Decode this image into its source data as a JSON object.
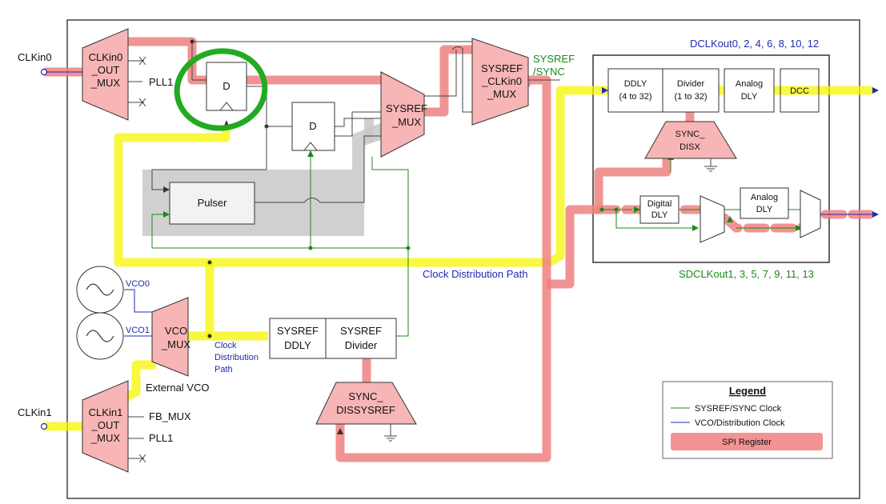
{
  "ports": {
    "clkin0": "CLKin0",
    "clkin1": "CLKin1"
  },
  "muxes": {
    "clkin0_mux": [
      "CLKin0",
      "_OUT",
      "_MUX"
    ],
    "clkin1_mux": [
      "CLKin1",
      "_OUT",
      "_MUX"
    ],
    "sysref_mux": [
      "SYSREF",
      "_MUX"
    ],
    "sysref_clkin0_mux": [
      "SYSREF",
      "_CLKin0",
      "_MUX"
    ],
    "vco_mux": [
      "VCO",
      "_MUX"
    ],
    "sync_disx": [
      "SYNC_",
      "DISX"
    ],
    "sync_dissysref": [
      "SYNC_",
      "DISSYSREF"
    ]
  },
  "outputs": {
    "clkin0_pll1": "PLL1",
    "clkin1_fb_mux": "FB_MUX",
    "clkin1_pll1": "PLL1"
  },
  "blocks": {
    "flipflop1": "D",
    "flipflop2": "D",
    "pulser": "Pulser",
    "ddly": [
      "DDLY",
      "(4 to 32)"
    ],
    "divider": [
      "Divider",
      "(1 to 32)"
    ],
    "analog_dly": [
      "Analog",
      "DLY"
    ],
    "dcc": "DCC",
    "digital_dly": [
      "Digital",
      "DLY"
    ],
    "analog_dly2": [
      "Analog",
      "DLY"
    ],
    "sysref_ddly": [
      "SYSREF",
      "DDLY"
    ],
    "sysref_divider": [
      "SYSREF",
      "Divider"
    ]
  },
  "labels": {
    "sysref_sync": [
      "SYSREF",
      "/SYNC"
    ],
    "dclkout": "DCLKout0, 2, 4, 6, 8, 10, 12",
    "sdclkout": "SDCLKout1, 3, 5, 7, 9, 11, 13",
    "clock_distribution_path": "Clock Distribution Path",
    "clock_distribution_path_small": [
      "Clock",
      "Distribution",
      "Path"
    ],
    "vco0": "VCO0",
    "vco1": "VCO1",
    "external_vco": "External VCO"
  },
  "legend": {
    "title": "Legend",
    "sysref_sync_clock": "SYSREF/SYNC Clock",
    "vco_distribution_clock": "VCO/Distribution Clock",
    "spi_register": "SPI Register"
  },
  "colors": {
    "red_highlight": "#f08080",
    "yellow_highlight": "#f5f500",
    "green_circle": "#22aa22",
    "block_fill": "#f7b5b5",
    "grey_region": "#c8c8c8",
    "green_line": "#1a8a1a",
    "blue_line": "#1f2bb0"
  }
}
